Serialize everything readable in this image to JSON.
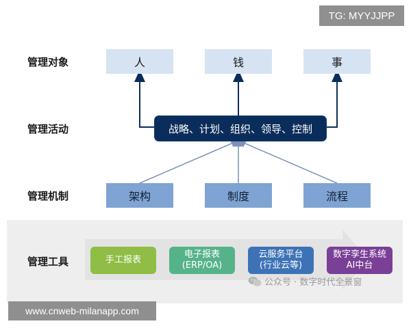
{
  "watermark_top": "TG: MYYJJPP",
  "rows": {
    "objects": "管理对象",
    "activities": "管理活动",
    "mechanisms": "管理机制",
    "tools": "管理工具"
  },
  "objects": [
    "人",
    "钱",
    "事"
  ],
  "activity": "战略、计划、组织、领导、控制",
  "mechanisms": [
    "架构",
    "制度",
    "流程"
  ],
  "tools": [
    {
      "line1": "手工报表",
      "line2": "",
      "color": "#8fbd45"
    },
    {
      "line1": "电子报表",
      "line2": "(ERP/OA)",
      "color": "#56b389"
    },
    {
      "line1": "云服务平台",
      "line2": "(行业云等)",
      "color": "#3d73b6"
    },
    {
      "line1": "数字孪生系统",
      "line2": "AI中台",
      "color": "#7a3f96"
    }
  ],
  "watermark_wechat": "公众号 · 数字时代全景窗",
  "watermark_bottom": "www.cnweb-milanapp.com",
  "colors": {
    "object_box": "#d6e3f3",
    "mechanism_box": "#7fa3d2",
    "activity_box": "#0b2d5b",
    "arrow": "#0b2d5b",
    "band": "#eeeeee"
  }
}
